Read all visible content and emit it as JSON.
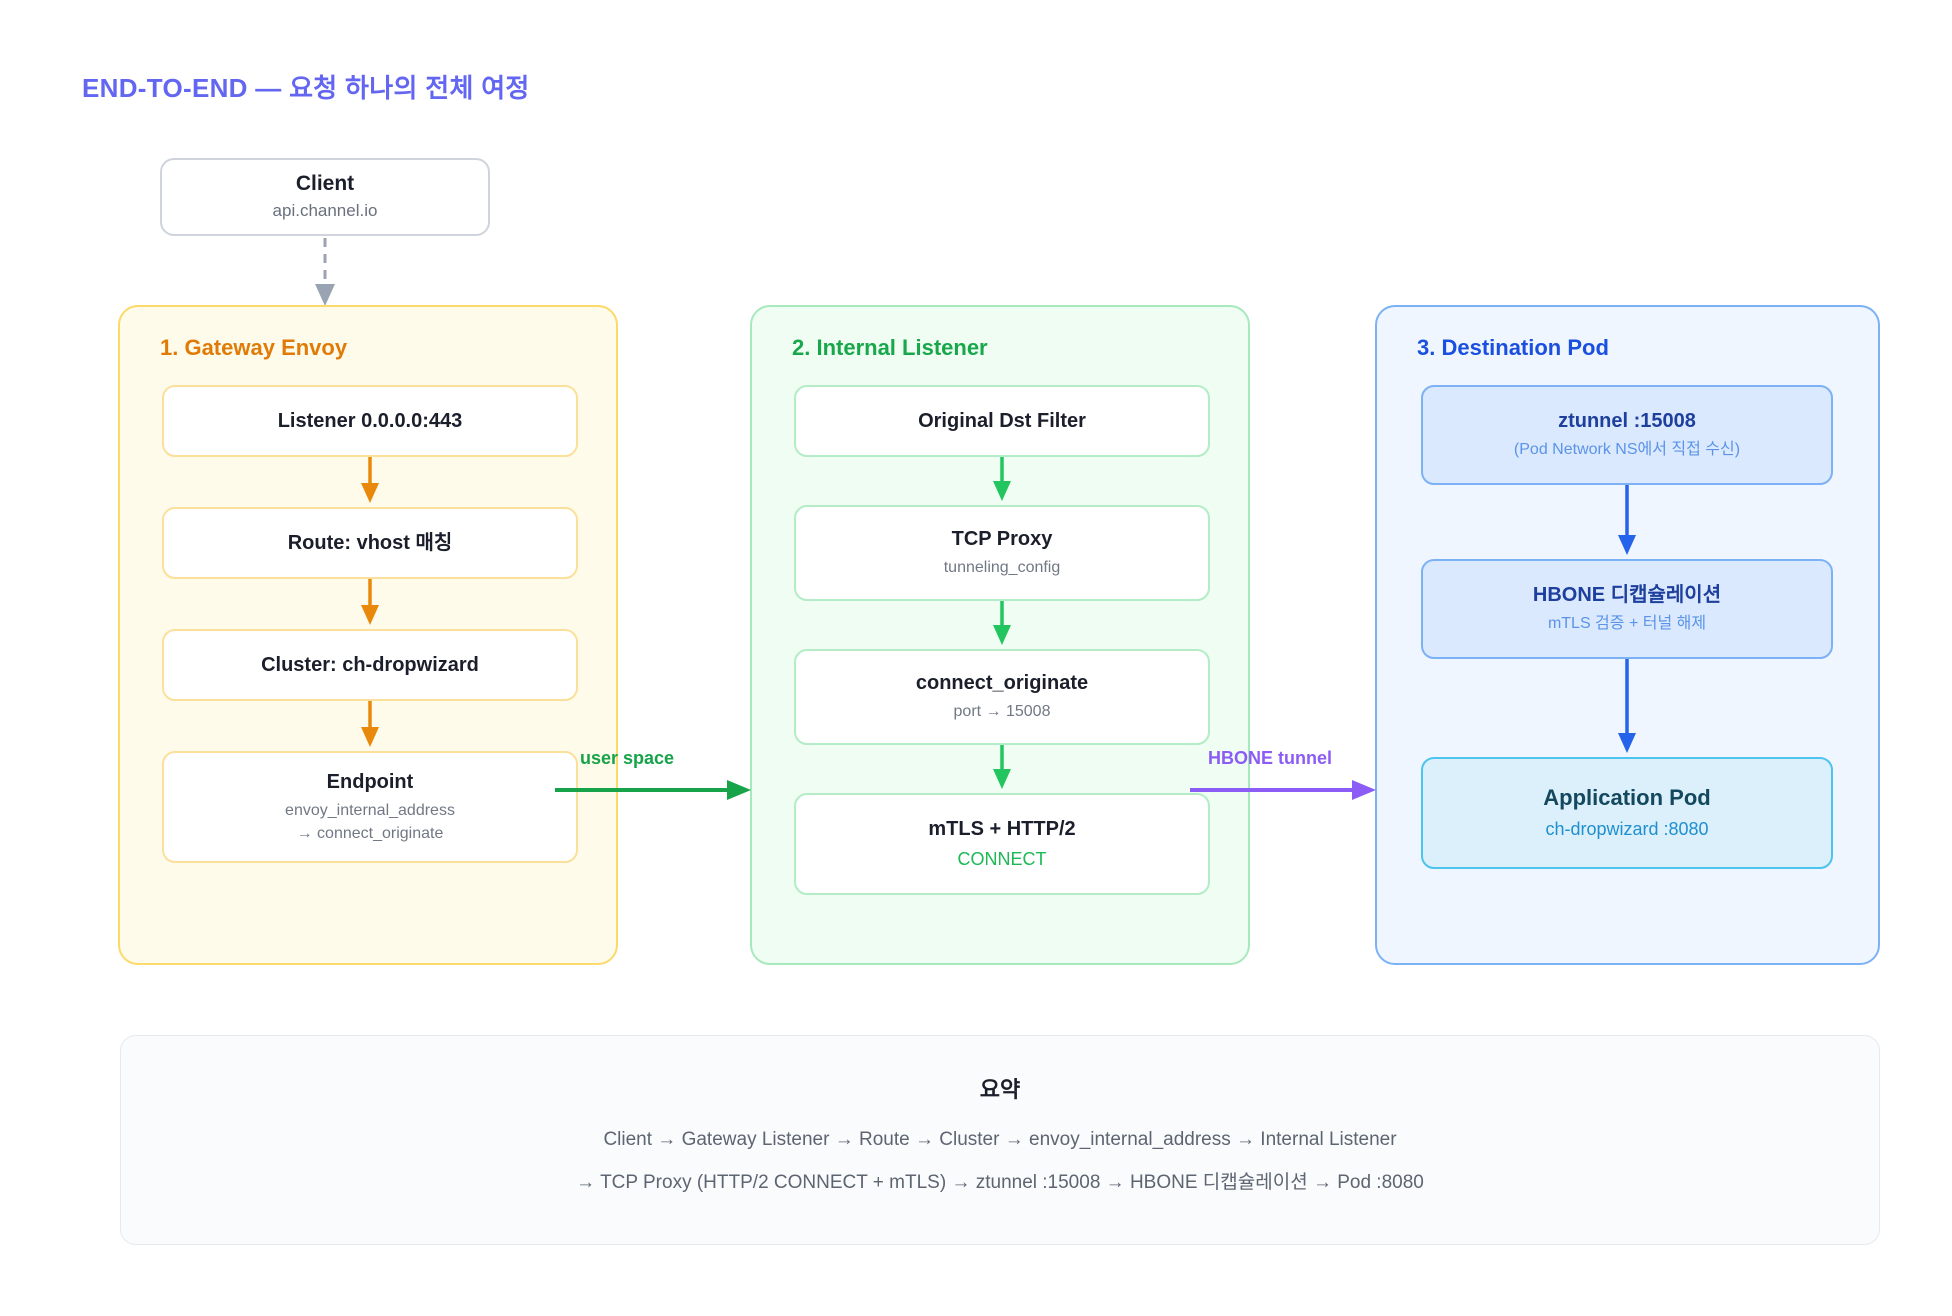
{
  "title": "END-TO-END — 요청 하나의 전체 여정",
  "accent_colors": {
    "title": "#6366f1",
    "gateway": "#e07b07",
    "internal_listener": "#18a84b",
    "destination_pod": "#1a4fe0",
    "user_space_arrow": "#16a34a",
    "hbone_arrow": "#8b5cf6"
  },
  "client": {
    "title": "Client",
    "subtitle": "api.channel.io"
  },
  "panels": [
    {
      "id": "gateway-envoy",
      "title": "1. Gateway Envoy",
      "nodes": [
        {
          "title": "Listener 0.0.0.0:443",
          "subtitle": ""
        },
        {
          "title": "Route: vhost 매칭",
          "subtitle": ""
        },
        {
          "title": "Cluster: ch-dropwizard",
          "subtitle": ""
        },
        {
          "title": "Endpoint",
          "subtitle": "envoy_internal_address\n→ connect_originate"
        }
      ]
    },
    {
      "id": "internal-listener",
      "title": "2. Internal Listener",
      "nodes": [
        {
          "title": "Original Dst Filter",
          "subtitle": ""
        },
        {
          "title": "TCP Proxy",
          "subtitle": "tunneling_config"
        },
        {
          "title": "connect_originate",
          "subtitle": "port → 15008"
        },
        {
          "title": "mTLS + HTTP/2",
          "subtitle": "CONNECT"
        }
      ]
    },
    {
      "id": "destination-pod",
      "title": "3. Destination Pod",
      "nodes": [
        {
          "title": "ztunnel :15008",
          "subtitle": "(Pod Network NS에서 직접 수신)"
        },
        {
          "title": "HBONE 디캡슐레이션",
          "subtitle": "mTLS 검증 + 터널 해제"
        },
        {
          "title": "Application Pod",
          "subtitle": "ch-dropwizard :8080"
        }
      ]
    }
  ],
  "connectors": [
    {
      "id": "user-space",
      "label": "user space",
      "color": "#16a34a"
    },
    {
      "id": "hbone-tunnel",
      "label": "HBONE tunnel",
      "color": "#8b5cf6"
    }
  ],
  "summary": {
    "title": "요약",
    "line1": "Client → Gateway Listener → Route → Cluster → envoy_internal_address → Internal Listener",
    "line2": "→ TCP Proxy (HTTP/2 CONNECT + mTLS) → ztunnel :15008 → HBONE 디캡슐레이션 → Pod :8080"
  }
}
